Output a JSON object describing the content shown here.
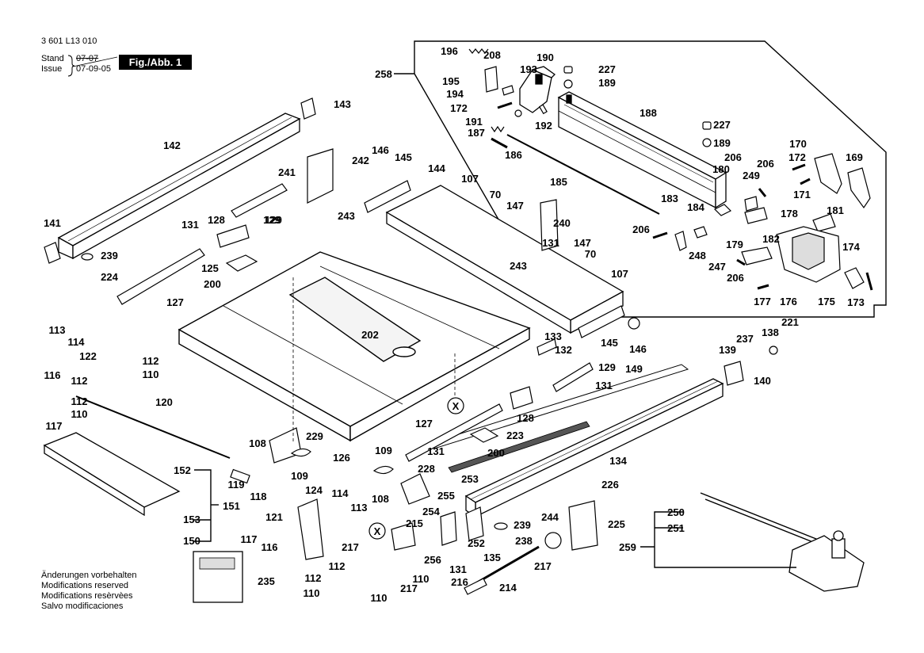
{
  "header": {
    "doc_number": "3 601 L13 010",
    "stand_label": "Stand",
    "issue_label": "Issue",
    "date_old": "07-07",
    "date_new": "07-09-05",
    "figure_label": "Fig./Abb. 1"
  },
  "notes": [
    "Änderungen vorbehalten",
    "Modifications reserved",
    "Modifications resèrvèes",
    "Salvo modificaciones"
  ],
  "part_labels": [
    "196",
    "208",
    "190",
    "227",
    "258",
    "195",
    "193",
    "189",
    "194",
    "172",
    "192",
    "191",
    "187",
    "188",
    "227",
    "189",
    "186",
    "170",
    "172",
    "169",
    "185",
    "206",
    "206",
    "180",
    "249",
    "171",
    "178",
    "181",
    "183",
    "184",
    "206",
    "179",
    "182",
    "174",
    "248",
    "247",
    "206",
    "177",
    "176",
    "175",
    "173",
    "143",
    "142",
    "146",
    "145",
    "144",
    "107",
    "70",
    "147",
    "241",
    "242",
    "240",
    "243",
    "131",
    "129",
    "141",
    "239",
    "224",
    "128",
    "131",
    "125",
    "200",
    "129",
    "127",
    "243",
    "147",
    "70",
    "107",
    "202",
    "133",
    "132",
    "145",
    "146",
    "237",
    "221",
    "138",
    "139",
    "140",
    "129",
    "113",
    "114",
    "122",
    "112",
    "110",
    "116",
    "112",
    "112",
    "110",
    "131",
    "149",
    "117",
    "120",
    "128",
    "127",
    "108",
    "229",
    "223",
    "126",
    "109",
    "131",
    "200",
    "228",
    "109",
    "134",
    "253",
    "152",
    "108",
    "255",
    "226",
    "119",
    "151",
    "118",
    "124",
    "114",
    "254",
    "113",
    "121",
    "239",
    "225",
    "244",
    "250",
    "259",
    "251",
    "153",
    "215",
    "238",
    "217",
    "117",
    "116",
    "252",
    "217",
    "150",
    "135",
    "235",
    "112",
    "256",
    "110",
    "131",
    "217",
    "216",
    "214",
    "112",
    "110",
    "110"
  ],
  "callout_marks": [
    "X",
    "X"
  ]
}
